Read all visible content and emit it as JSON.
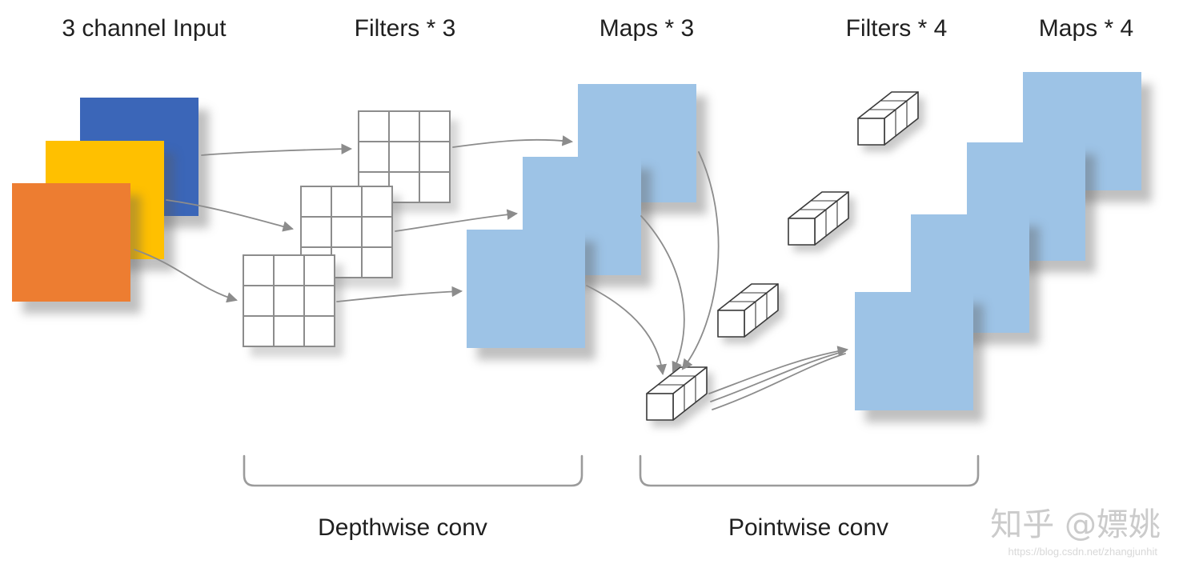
{
  "headers": {
    "input": "3 channel Input",
    "filters3": "Filters * 3",
    "maps3": "Maps * 3",
    "filters4": "Filters * 4",
    "maps4": "Maps * 4"
  },
  "stages": {
    "depthwise": "Depthwise conv",
    "pointwise": "Pointwise conv"
  },
  "watermark": {
    "brand": "知乎 @嫖姚",
    "url": "https://blog.csdn.net/zhangjunhit"
  },
  "colors": {
    "channel-blue": "#3B66B8",
    "channel-yellow": "#FFC000",
    "channel-orange": "#ED7D31",
    "map-blue": "#9DC3E6",
    "grid-line": "#8C8C8C",
    "arrow-gray": "#8C8C8C",
    "bracket-gray": "#9B9B9B",
    "text-dark": "#1F1F1F",
    "watermark-gray": "#CBCBCB"
  }
}
